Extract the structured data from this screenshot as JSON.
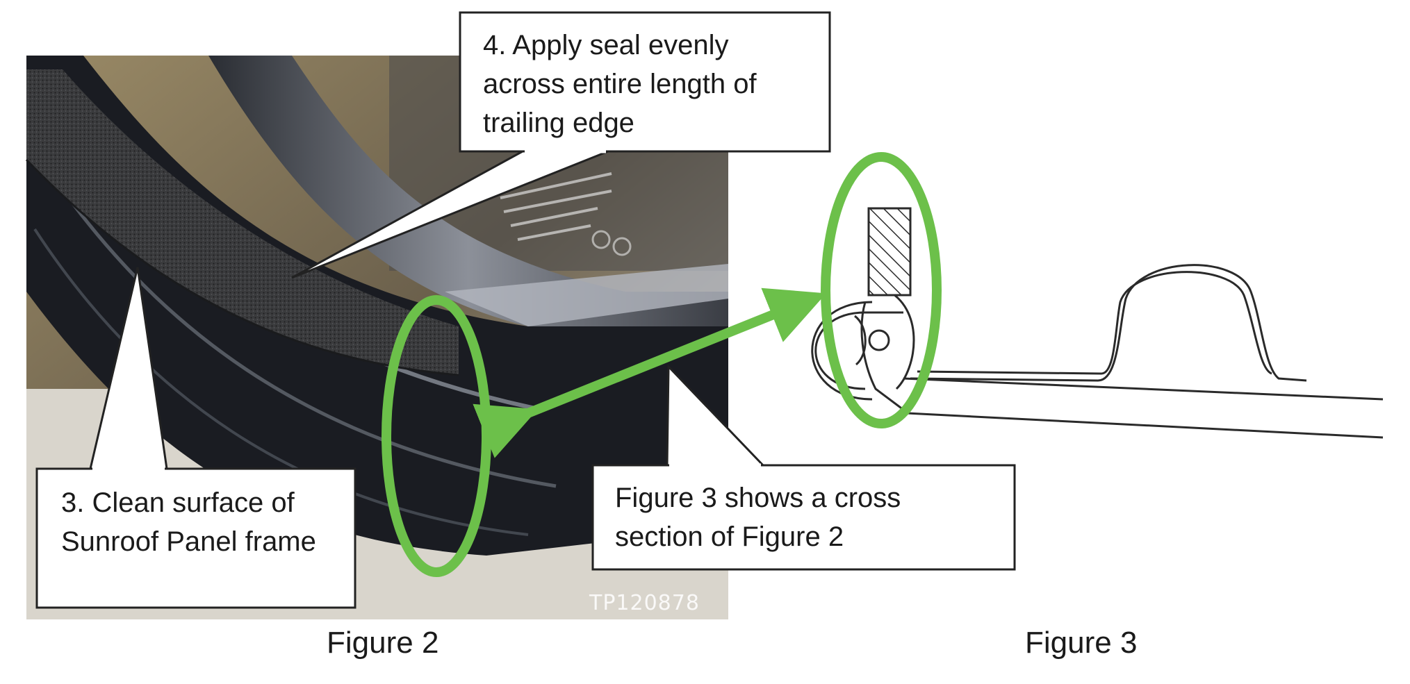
{
  "figure2": {
    "caption": "Figure 2",
    "watermark": "TP120878"
  },
  "figure3": {
    "caption": "Figure 3"
  },
  "callouts": {
    "step4": [
      "4. Apply seal evenly",
      "across entire length of",
      "trailing edge"
    ],
    "step3": [
      "3. Clean surface of",
      "Sunroof Panel frame"
    ],
    "cross_section": [
      "Figure 3 shows a cross",
      "section of Figure 2"
    ]
  },
  "colors": {
    "highlight": "#6cc04a",
    "callout_border": "#222222",
    "seal": "#2f3032",
    "frame": "#15171c",
    "line_art": "#2a2a2a"
  },
  "icons": {
    "link_arrow": "double-headed-arrow-icon"
  }
}
